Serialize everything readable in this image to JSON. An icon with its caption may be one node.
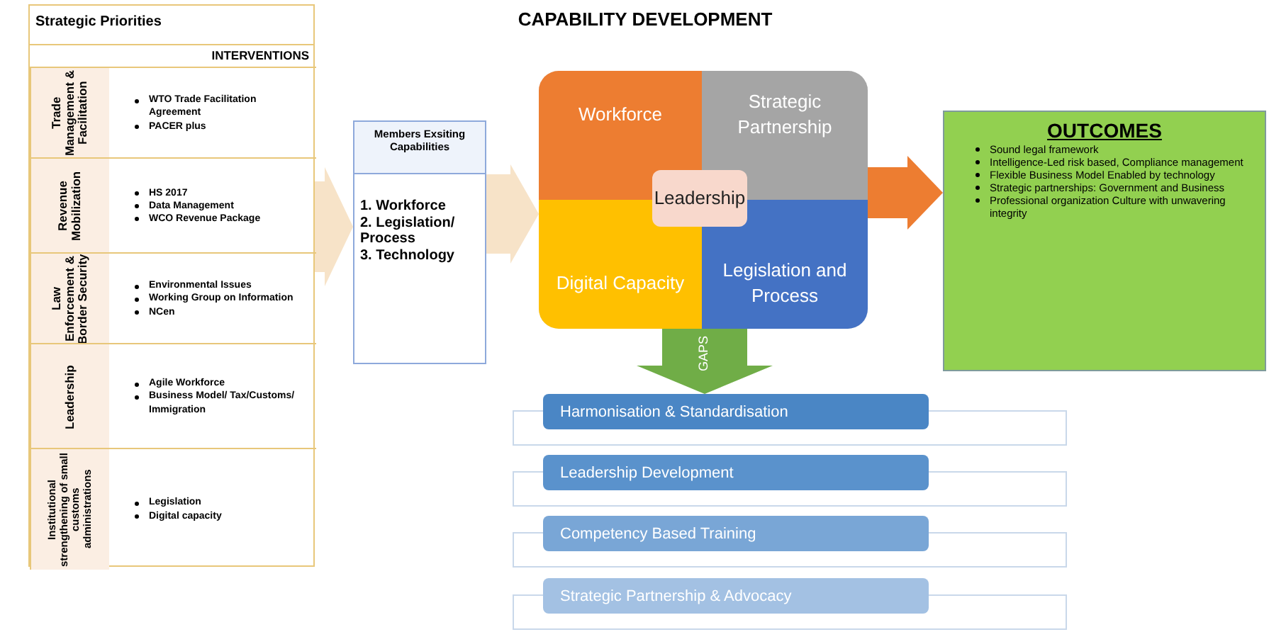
{
  "diagram": {
    "title": "CAPABILITY DEVELOPMENT",
    "nodes": [
      {
        "text": [
          "Strategic Priorities",
          "INTERVENTIONS"
        ]
      },
      {
        "text": [
          "Trade Management & Facilitation",
          "WTO Trade Facilitation Agreement",
          "PACER plus"
        ],
        "in": 0
      },
      {
        "text": [
          "Revenue Mobilization",
          "HS 2017",
          "Data Management",
          "WCO Revenue Package"
        ],
        "in": 0
      },
      {
        "text": [
          "Law Enforcement & Border Security",
          "Environmental Issues",
          "Working Group on Information",
          "NCen"
        ],
        "in": 0
      },
      {
        "text": [
          "Leadership",
          "Agile Workforce",
          "Business Model/ Tax/Customs/ Immigration"
        ],
        "in": 0
      },
      {
        "text": [
          "Institutional strengthening of small customs administrations",
          "Legislation",
          "Digital capacity"
        ],
        "in": 0
      },
      {
        "text": [
          "Members Exsiting Capabilities",
          "1. Workforce",
          "2. Legislation/ Process",
          "3. Technology"
        ]
      },
      {
        "text": [],
        "shape": "box"
      },
      {
        "text": [
          "Workforce"
        ],
        "in": 7
      },
      {
        "text": [
          "Strategic Partnership"
        ],
        "in": 7
      },
      {
        "text": [
          "Leadership"
        ],
        "in": 7
      },
      {
        "text": [
          "Digital Capacity"
        ],
        "in": 7
      },
      {
        "text": [
          "Legislation and Process"
        ],
        "in": 7
      },
      {
        "text": [
          "OUTCOMES",
          "Sound legal framework",
          "Intelligence-Led risk based, Compliance management",
          "Flexible Business Model Enabled by technology",
          "Strategic partnerships: Government and Business",
          "Professional organization Culture with unwavering integrity"
        ]
      },
      {
        "text": [
          "Harmonisation & Standardisation"
        ]
      },
      {
        "text": [
          "Leadership Development"
        ]
      },
      {
        "text": [
          "Competency Based Training"
        ]
      },
      {
        "text": [
          "Strategic Partnership & Advocacy"
        ]
      }
    ],
    "edges": [
      {
        "from": 0,
        "to": 6,
        "arrow": "to",
        "color": "#f7e3c8"
      },
      {
        "from": 6,
        "to": 7,
        "arrow": "to",
        "color": "#f7e3c8"
      },
      {
        "from": 7,
        "to": 13,
        "arrow": "to",
        "color": "#ed7d31"
      },
      {
        "from": 7,
        "to": 14,
        "arrow": "to",
        "label": "GAPS",
        "color": "#70ad47"
      }
    ]
  }
}
